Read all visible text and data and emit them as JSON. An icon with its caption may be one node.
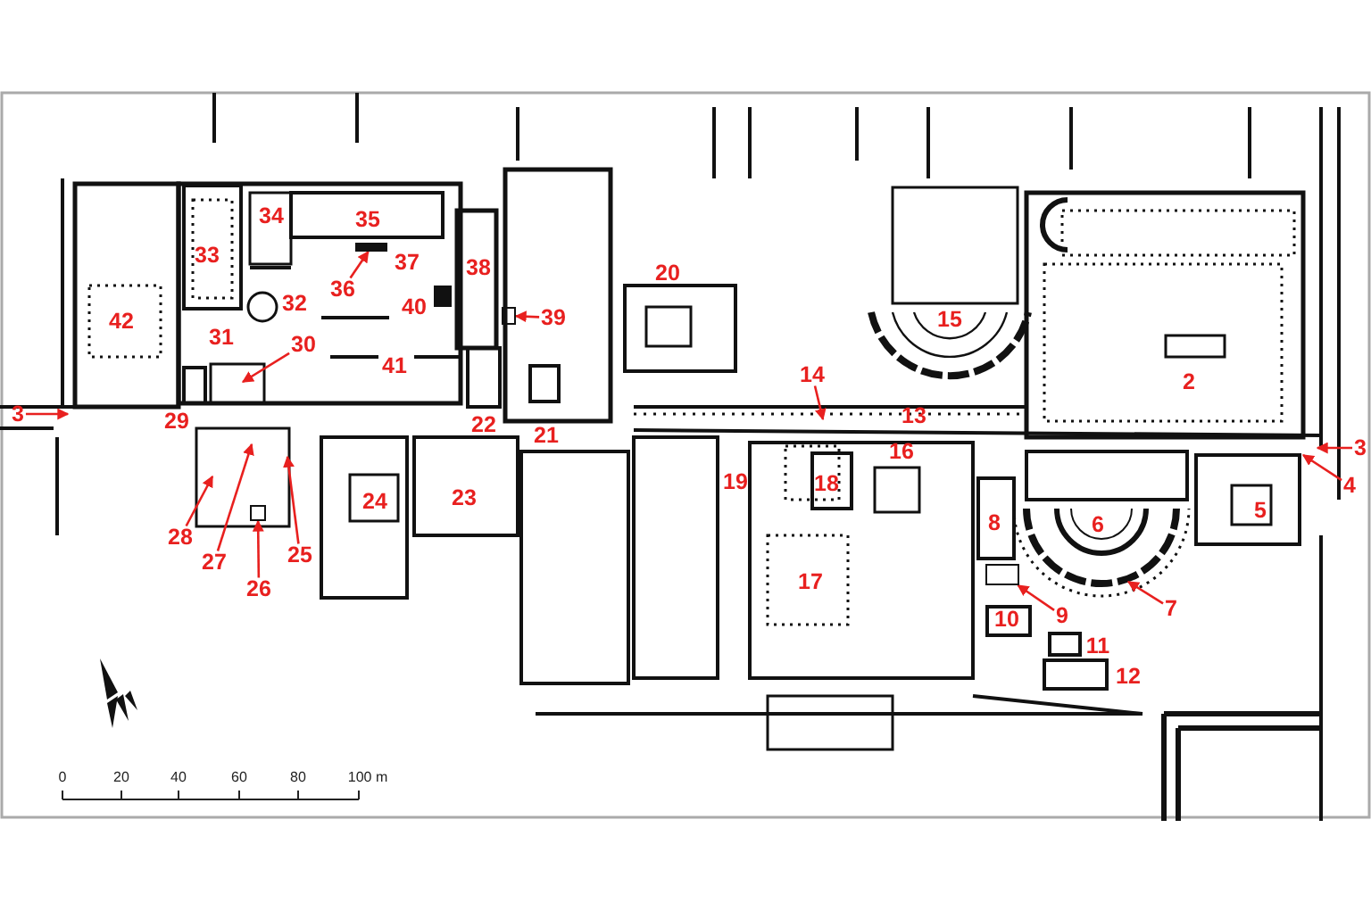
{
  "diagram": {
    "nodes": [
      {
        "text": [
          "36"
        ]
      },
      {
        "text": [
          "39"
        ]
      },
      {
        "text": [
          "30"
        ]
      },
      {
        "text": [
          "14"
        ]
      },
      {
        "text": [
          "3"
        ]
      },
      {
        "text": [
          "3"
        ]
      },
      {
        "text": [
          "4"
        ]
      },
      {
        "text": [
          "28"
        ]
      },
      {
        "text": [
          "25"
        ]
      },
      {
        "text": [
          "27"
        ]
      },
      {
        "text": [
          "26"
        ]
      },
      {
        "text": [
          "9"
        ]
      },
      {
        "text": [
          "7"
        ]
      },
      {
        "text": [],
        "shape": "bar"
      },
      {
        "text": [],
        "shape": "box"
      },
      {
        "text": [],
        "shape": "box"
      },
      {
        "text": [],
        "shape": "box"
      }
    ],
    "edges": [
      {
        "from": 0,
        "to": 13,
        "arrow": "to"
      },
      {
        "from": 1,
        "to": 14,
        "arrow": "to"
      },
      {
        "from": 2,
        "to": null,
        "arrow": "to"
      },
      {
        "from": 3,
        "to": null,
        "arrow": "to"
      },
      {
        "from": 4,
        "to": null,
        "arrow": "to"
      },
      {
        "from": 5,
        "to": null,
        "arrow": "to"
      },
      {
        "from": 6,
        "to": null,
        "arrow": "to"
      },
      {
        "from": 7,
        "to": null,
        "arrow": "to"
      },
      {
        "from": 8,
        "to": null,
        "arrow": "to"
      },
      {
        "from": 9,
        "to": null,
        "arrow": "to"
      },
      {
        "from": 10,
        "to": 15,
        "arrow": "to"
      },
      {
        "from": 11,
        "to": 16,
        "arrow": "to"
      },
      {
        "from": 12,
        "to": null,
        "arrow": "to"
      }
    ],
    "labels": [
      "34",
      "35",
      "33",
      "37",
      "38",
      "20",
      "40",
      "32",
      "15",
      "42",
      "31",
      "41",
      "2",
      "13",
      "29",
      "22",
      "21",
      "16",
      "18",
      "19",
      "23",
      "24",
      "5",
      "8",
      "6",
      "17",
      "10",
      "11",
      "12",
      "0",
      "20",
      "40",
      "60",
      "80",
      "100 m"
    ]
  }
}
